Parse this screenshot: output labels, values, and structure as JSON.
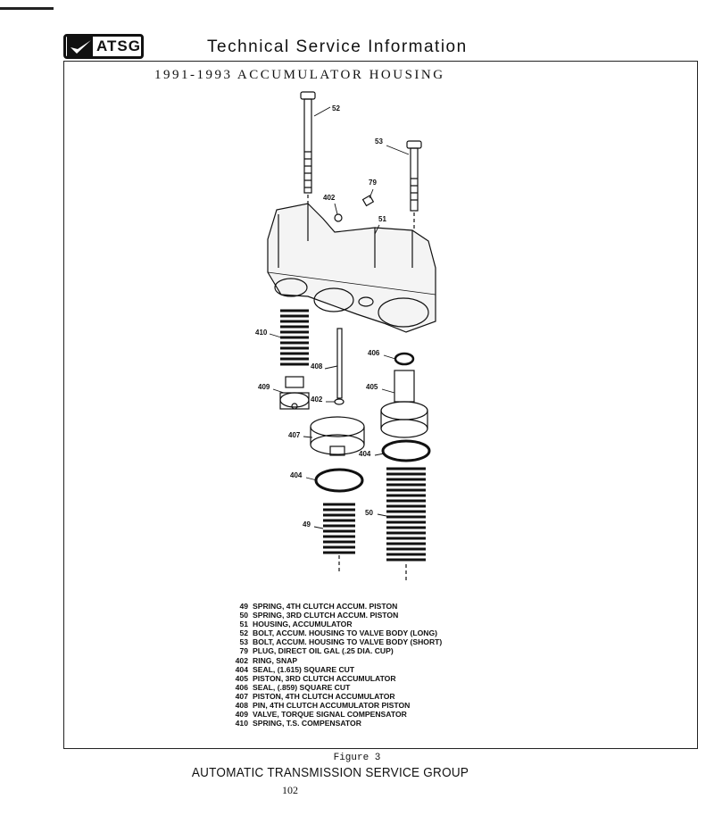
{
  "header": {
    "logo_text": "ATSG",
    "title": "Technical Service Information"
  },
  "page_title": "1991-1993 ACCUMULATOR HOUSING",
  "callouts": [
    "52",
    "53",
    "79",
    "402",
    "51",
    "410",
    "406",
    "408",
    "409",
    "405",
    "402",
    "407",
    "404",
    "404",
    "50",
    "49"
  ],
  "parts": [
    {
      "num": "49",
      "desc": "SPRING, 4TH CLUTCH ACCUM. PISTON"
    },
    {
      "num": "50",
      "desc": "SPRING, 3RD CLUTCH ACCUM. PISTON"
    },
    {
      "num": "51",
      "desc": "HOUSING, ACCUMULATOR"
    },
    {
      "num": "52",
      "desc": "BOLT, ACCUM. HOUSING TO VALVE BODY (LONG)"
    },
    {
      "num": "53",
      "desc": "BOLT, ACCUM. HOUSING TO VALVE BODY (SHORT)"
    },
    {
      "num": "79",
      "desc": "PLUG, DIRECT OIL GAL (.25 DIA. CUP)"
    },
    {
      "num": "402",
      "desc": "RING, SNAP"
    },
    {
      "num": "404",
      "desc": "SEAL, (1.615) SQUARE CUT"
    },
    {
      "num": "405",
      "desc": "PISTON, 3RD CLUTCH ACCUMULATOR"
    },
    {
      "num": "406",
      "desc": "SEAL, (.859) SQUARE CUT"
    },
    {
      "num": "407",
      "desc": "PISTON, 4TH CLUTCH ACCUMULATOR"
    },
    {
      "num": "408",
      "desc": "PIN, 4TH CLUTCH ACCUMULATOR PISTON"
    },
    {
      "num": "409",
      "desc": "VALVE, TORQUE SIGNAL COMPENSATOR"
    },
    {
      "num": "410",
      "desc": "SPRING, T.S. COMPENSATOR"
    }
  ],
  "footer": {
    "figure": "Figure 3",
    "group": "AUTOMATIC TRANSMISSION SERVICE GROUP",
    "page_number": "102"
  }
}
